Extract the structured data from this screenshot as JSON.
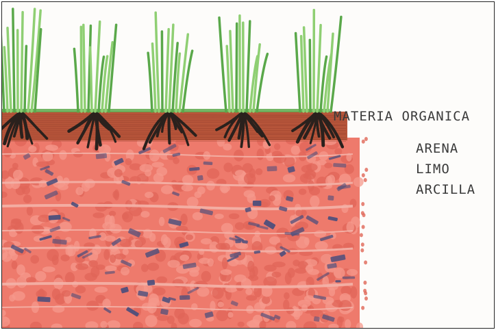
{
  "labels": {
    "materia_organica": "MATERIA ORGANICA",
    "arena": "ARENA",
    "limo": "LIMO",
    "arcilla": "ARCILLA"
  },
  "plants": {
    "count": 5,
    "icon": "grass-tuft-icon"
  },
  "colors": {
    "background": "#fdfcfa",
    "frame": "#222222",
    "grass": "#8fcf73",
    "grass_dark": "#5aa84a",
    "organic_layer": "#b7553a",
    "roots": "#2a211d",
    "sand": "#ee7a6c",
    "sand_dark": "#e06658",
    "silt": "#4b4e7c",
    "clay_streak": "#f3b2a8",
    "label_text": "#3a3a3a"
  }
}
